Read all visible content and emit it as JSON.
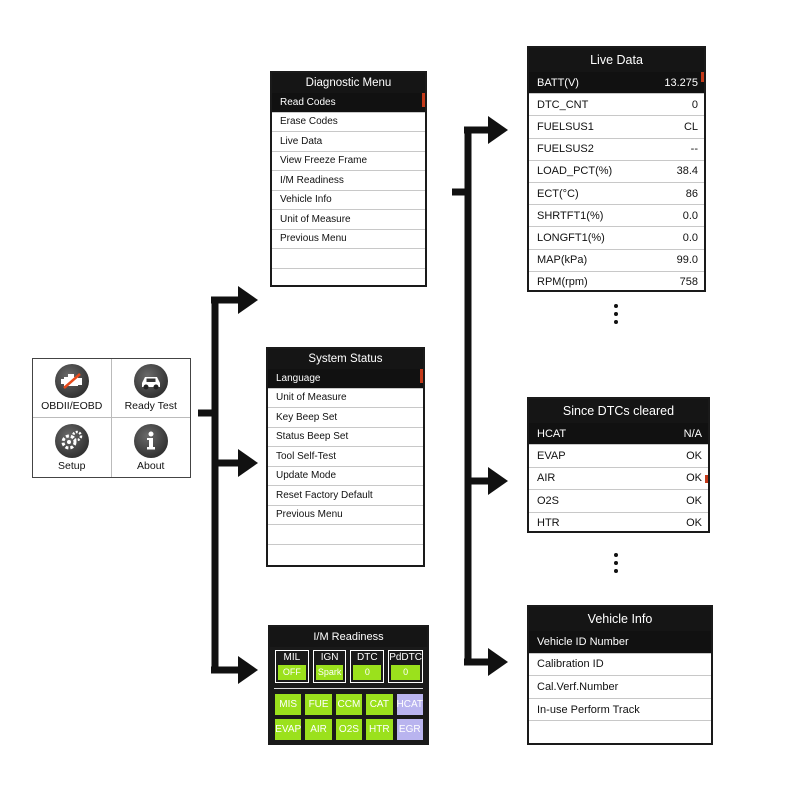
{
  "main_menu": {
    "tiles": [
      {
        "label": "OBDII/EOBD",
        "icon": "engine-icon"
      },
      {
        "label": "Ready Test",
        "icon": "car-icon"
      },
      {
        "label": "Setup",
        "icon": "gears-icon"
      },
      {
        "label": "About",
        "icon": "info-icon"
      }
    ]
  },
  "diagnostic_menu": {
    "title": "Diagnostic Menu",
    "items": [
      "Read Codes",
      "Erase Codes",
      "Live Data",
      "View Freeze Frame",
      "I/M Readiness",
      "Vehicle Info",
      "Unit of Measure",
      "Previous Menu"
    ]
  },
  "system_status": {
    "title": "System Status",
    "items": [
      "Language",
      "Unit of Measure",
      "Key Beep Set",
      "Status Beep Set",
      "Tool Self-Test",
      "Update Mode",
      "Reset Factory Default",
      "Previous Menu"
    ]
  },
  "im_readiness": {
    "title": "I/M Readiness",
    "status": [
      {
        "label": "MIL",
        "value": "OFF"
      },
      {
        "label": "IGN",
        "value": "Spark"
      },
      {
        "label": "DTC",
        "value": "0"
      },
      {
        "label": "PdDTC",
        "value": "0"
      }
    ],
    "monitors": [
      {
        "label": "MIS",
        "state": "ready"
      },
      {
        "label": "FUE",
        "state": "ready"
      },
      {
        "label": "CCM",
        "state": "ready"
      },
      {
        "label": "CAT",
        "state": "ready"
      },
      {
        "label": "HCAT",
        "state": "na"
      },
      {
        "label": "EVAP",
        "state": "ready"
      },
      {
        "label": "AIR",
        "state": "ready"
      },
      {
        "label": "O2S",
        "state": "ready"
      },
      {
        "label": "HTR",
        "state": "ready"
      },
      {
        "label": "EGR",
        "state": "na"
      }
    ],
    "colors": {
      "ready": "#9be11c",
      "na": "#b9b4ef"
    }
  },
  "live_data": {
    "title": "Live Data",
    "rows": [
      {
        "name": "BATT(V)",
        "value": "13.275"
      },
      {
        "name": "DTC_CNT",
        "value": "0"
      },
      {
        "name": "FUELSUS1",
        "value": "CL"
      },
      {
        "name": "FUELSUS2",
        "value": "--"
      },
      {
        "name": "LOAD_PCT(%)",
        "value": "38.4"
      },
      {
        "name": "ECT(°C)",
        "value": "86"
      },
      {
        "name": "SHRTFT1(%)",
        "value": "0.0"
      },
      {
        "name": "LONGFT1(%)",
        "value": "0.0"
      },
      {
        "name": "MAP(kPa)",
        "value": "99.0"
      },
      {
        "name": "RPM(rpm)",
        "value": "758"
      }
    ]
  },
  "since_dtcs_cleared": {
    "title": "Since DTCs cleared",
    "rows": [
      {
        "name": "HCAT",
        "value": "N/A"
      },
      {
        "name": "EVAP",
        "value": "OK"
      },
      {
        "name": "AIR",
        "value": "OK"
      },
      {
        "name": "O2S",
        "value": "OK"
      },
      {
        "name": "HTR",
        "value": "OK"
      }
    ]
  },
  "vehicle_info": {
    "title": "Vehicle Info",
    "items": [
      "Vehicle ID Number",
      "Calibration ID",
      "Cal.Verf.Number",
      "In-use Perform Track"
    ]
  },
  "accent_color": "#c43a1a"
}
